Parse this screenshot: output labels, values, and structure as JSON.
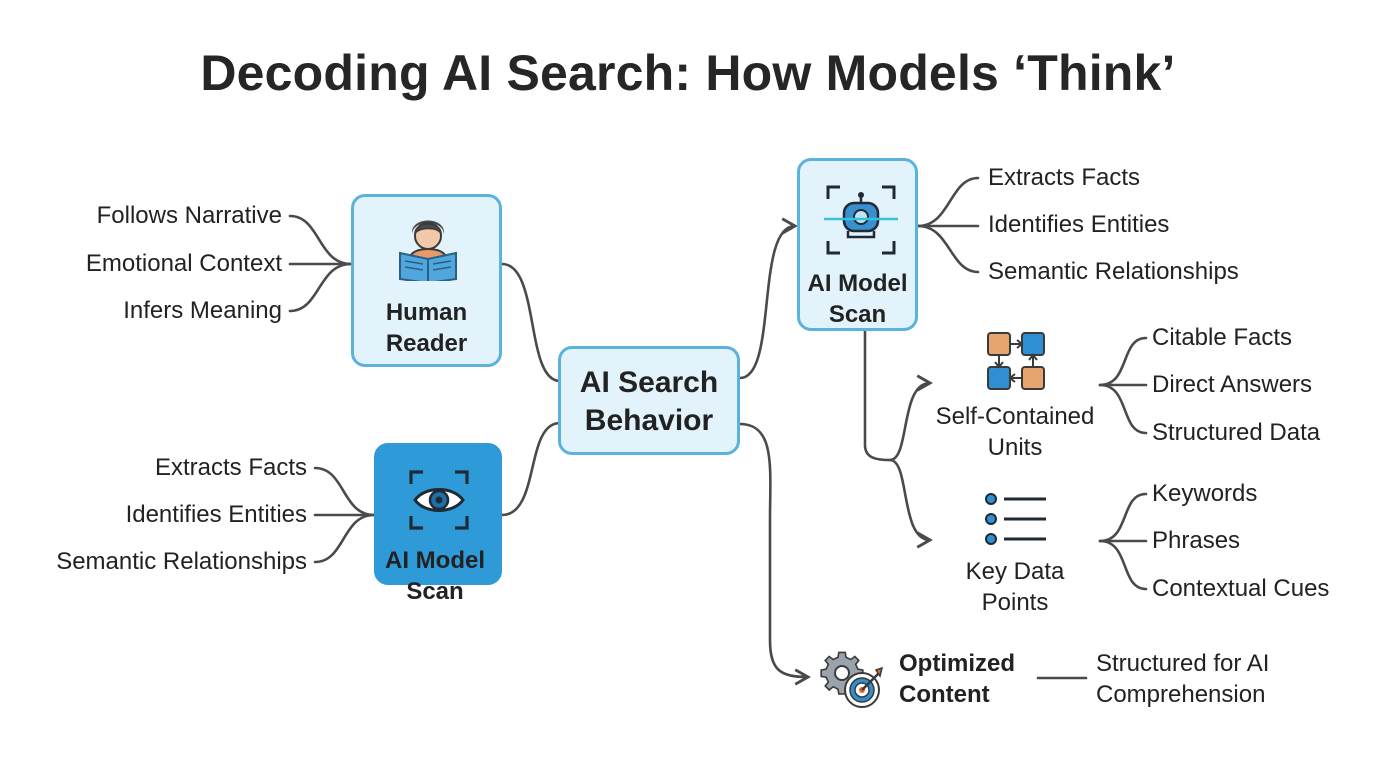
{
  "title": "Decoding AI Search: How Models ‘Think’",
  "center": {
    "line1": "AI Search",
    "line2": "Behavior"
  },
  "human_reader": {
    "line1": "Human",
    "line2": "Reader",
    "icon": "reading-person-icon",
    "traits": [
      "Follows Narrative",
      "Emotional Context",
      "Infers Meaning"
    ]
  },
  "ai_scan_left": {
    "line1": "AI Model",
    "line2": "Scan",
    "icon": "eye-scan-icon",
    "traits": [
      "Extracts Facts",
      "Identifies Entities",
      "Semantic Relationships"
    ]
  },
  "ai_scan_right": {
    "line1": "AI Model",
    "line2": "Scan",
    "icon": "robot-scan-icon",
    "traits": [
      "Extracts Facts",
      "Identifies Entities",
      "Semantic Relationships"
    ]
  },
  "self_contained": {
    "line1": "Self-Contained",
    "line2": "Units",
    "icon": "puzzle-pieces-icon",
    "traits": [
      "Citable Facts",
      "Direct Answers",
      "Structured Data"
    ]
  },
  "key_data": {
    "line1": "Key Data",
    "line2": "Points",
    "icon": "bullet-list-icon",
    "traits": [
      "Keywords",
      "Phrases",
      "Contextual Cues"
    ]
  },
  "optimized": {
    "line1": "Optimized",
    "line2": "Content",
    "icon": "gear-target-icon",
    "result_line1": "Structured for AI",
    "result_line2": "Comprehension"
  },
  "colors": {
    "box_border": "#5bb2dc",
    "box_fill": "#e3f3fc",
    "box_dark": "#2f9ad8",
    "wire": "#4a4a4a",
    "icon_blue": "#2f8fd0",
    "icon_orange": "#e6a46e"
  }
}
